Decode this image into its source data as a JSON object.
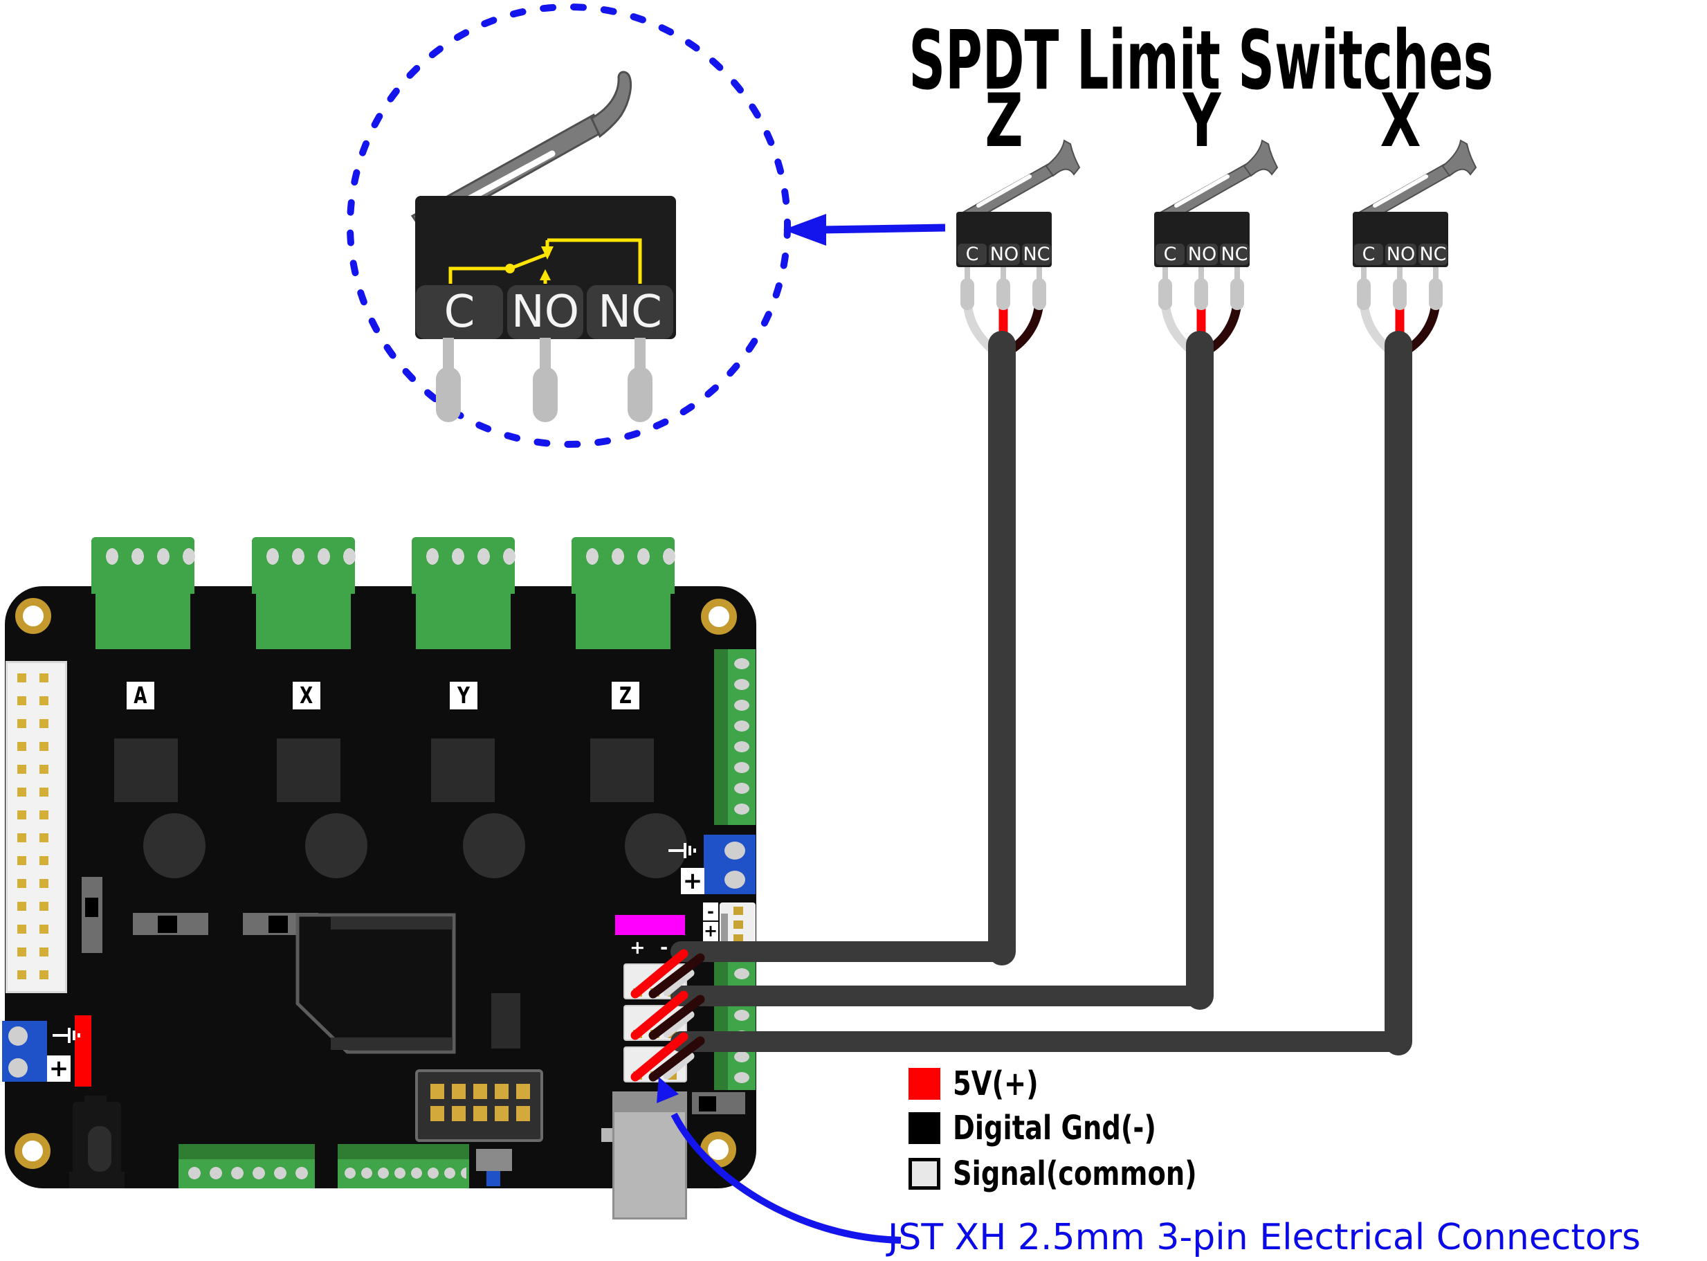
{
  "title": "SPDT Limit Switches",
  "inset": {
    "terminals": [
      "C",
      "NO",
      "NC"
    ]
  },
  "switches": {
    "items": [
      {
        "label": "Z"
      },
      {
        "label": "Y"
      },
      {
        "label": "X"
      }
    ],
    "terminals": [
      "C",
      "NO",
      "NC"
    ]
  },
  "board": {
    "axis_labels": [
      "A",
      "X",
      "Y",
      "Z"
    ],
    "endstop_polarity": "+ -",
    "plus": "+",
    "minus": "-"
  },
  "legend": {
    "items": [
      {
        "label": "5V(+)",
        "color": "#fe0000"
      },
      {
        "label": "Digital Gnd(-)",
        "color": "#000000"
      },
      {
        "label": "Signal(common)",
        "color": "#e8e8e8"
      }
    ]
  },
  "caption": "JST XH 2.5mm 3-pin Electrical Connectors",
  "colors": {
    "wire_positive": "#fb0007",
    "wire_ground": "#2b0707",
    "wire_signal": "#d8d8d8",
    "cable": "#3a3a3a",
    "annotation_blue": "#1414ec",
    "pcb": "#0d0d0d",
    "terminal_green": "#3fa548",
    "terminal_blue": "#1f52c8",
    "accent_magenta": "#ff00ff"
  }
}
